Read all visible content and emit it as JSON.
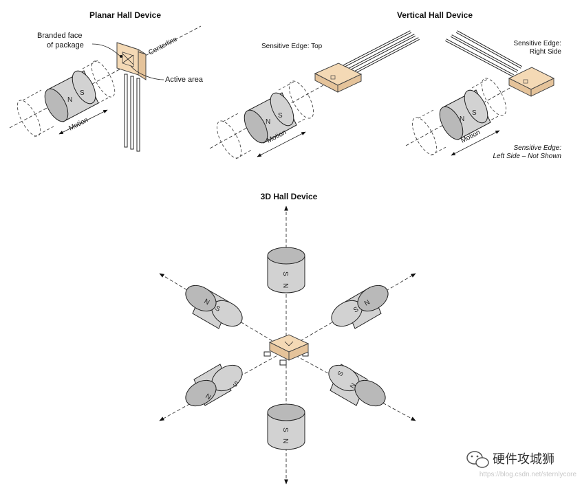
{
  "titles": {
    "planar": "Planar Hall Device",
    "vertical": "Vertical Hall Device",
    "three_d": "3D Hall Device"
  },
  "planar": {
    "branded_face_line1": "Branded face",
    "branded_face_line2": "of package",
    "centerline": "Centerline",
    "active_area": "Active area",
    "motion": "Motion",
    "pole_n": "N",
    "pole_s": "S"
  },
  "vertical": {
    "sensitive_top": "Sensitive Edge: Top",
    "sensitive_right_line1": "Sensitive Edge:",
    "sensitive_right_line2": "Right Side",
    "sensitive_left_line1": "Sensitive Edge:",
    "sensitive_left_line2": "Left Side – Not Shown",
    "motion": "Motion",
    "pole_n": "N",
    "pole_s": "S"
  },
  "three_d": {
    "pole_n": "N",
    "pole_s": "S"
  },
  "watermark": {
    "name": "硬件攻城狮",
    "url": "https://blog.csdn.net/sternlycore"
  },
  "colors": {
    "package": "#f4d9b5",
    "magnet": "#d2d2d2",
    "magnet_cap": "#b9b9b9"
  }
}
